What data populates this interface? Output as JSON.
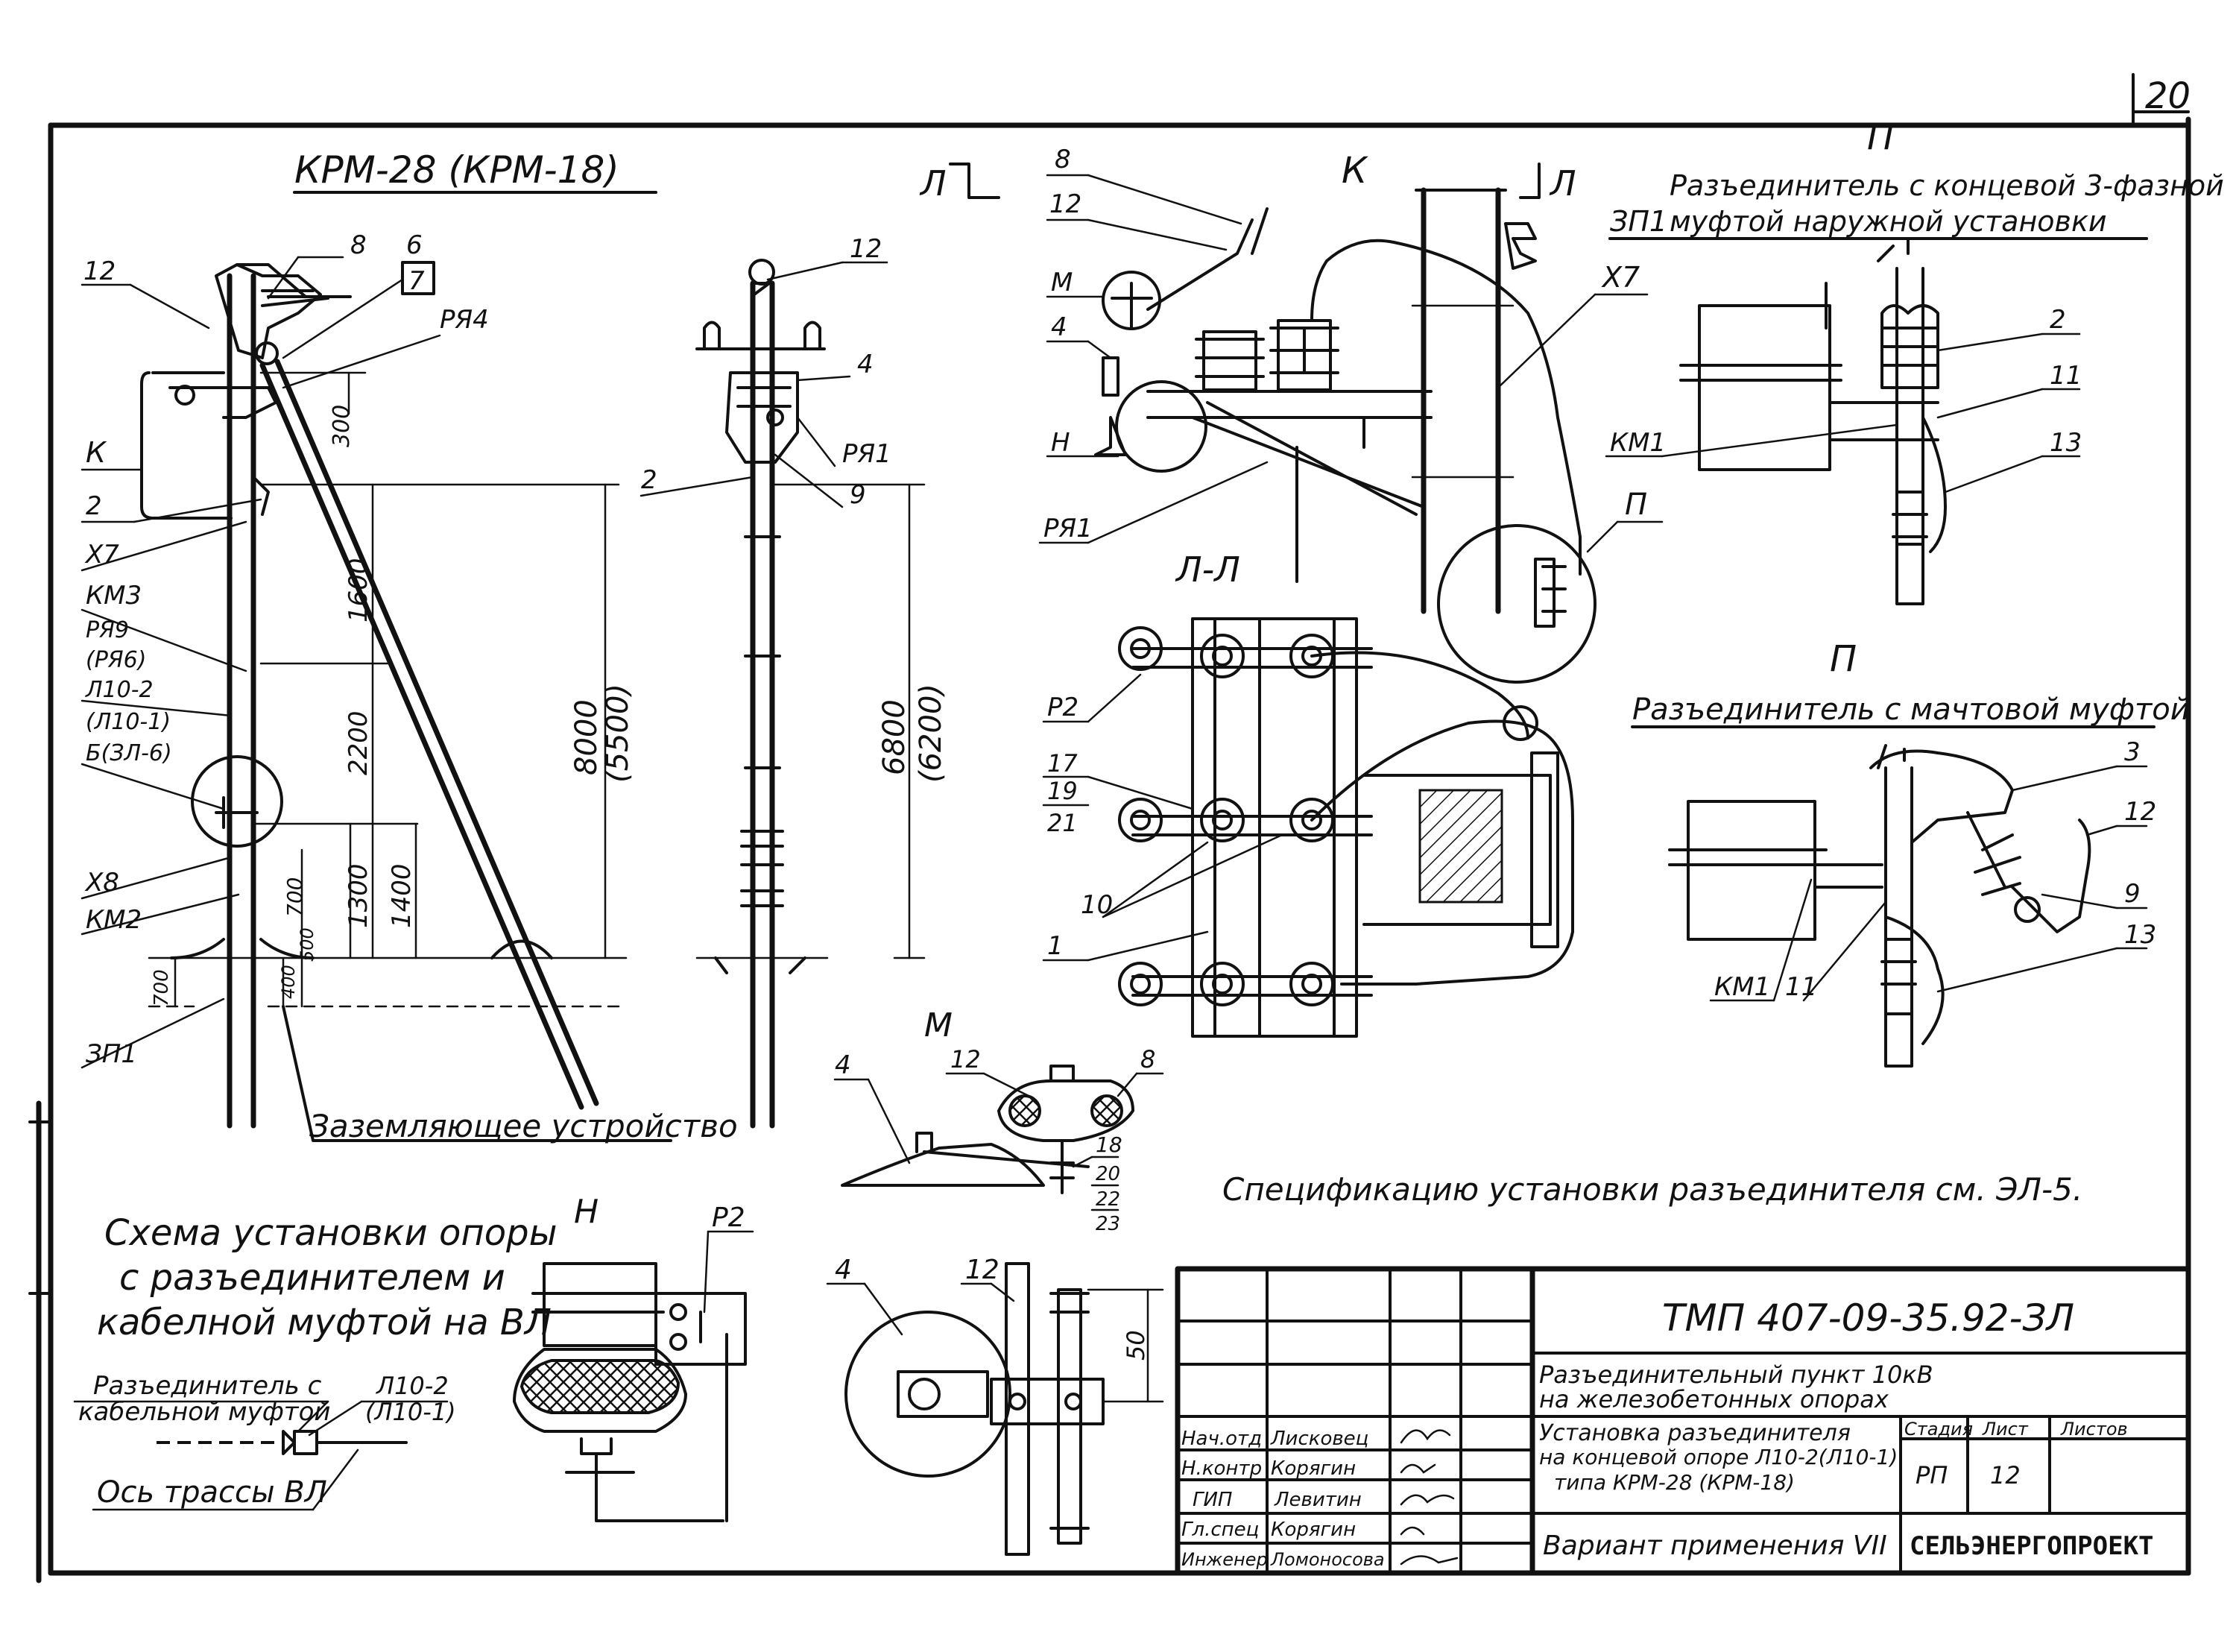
{
  "sheet": {
    "page_number": "20",
    "main_title": "КРМ-28 (КРМ-18)",
    "labels": {
      "K": "К",
      "L1": "Л",
      "L2": "Л",
      "P1": "П",
      "P2": "П",
      "LL": "Л-Л",
      "M": "М",
      "H": "Н",
      "M_small": "М",
      "H_small": "Н"
    },
    "grounding": "Заземляющее устройство",
    "scheme_title": [
      "Схема установки опоры",
      "с разъединителем и",
      "кабелной муфтой на ВЛ"
    ],
    "scheme_labels": {
      "disconnector": [
        "Разъединитель с",
        "кабельной муфтой"
      ],
      "pole": [
        "Л10-2",
        "(Л10-1)"
      ],
      "axis": "Ось трассы ВЛ"
    },
    "spec_note": "Спецификацию установки разъединителя см. ЭЛ-5.",
    "p1_title": [
      "Разъединитель с концевой 3-фазной",
      "муфтой наружной установки"
    ],
    "p2_title": "Разъединитель с мачтовой муфтой",
    "p1_zp": "ЗП1",
    "left_callouts": [
      "12",
      "8",
      "6",
      "7",
      "РЯ4",
      "К",
      "2",
      "Х7",
      "КМ3",
      "РЯ9",
      "(РЯ6)",
      "Л10-2",
      "(Л10-1)",
      "Б(ЗЛ-6)",
      "Х8",
      "КМ2",
      "ЗП1"
    ],
    "left_dims": [
      "300",
      "1600",
      "2200",
      "1300",
      "1400",
      "8000",
      "(5500)",
      "700",
      "400",
      "500",
      "700"
    ],
    "mid_callouts": [
      "12",
      "4",
      "РЯ1",
      "2",
      "9"
    ],
    "mid_dims": [
      "6800",
      "(6200)"
    ],
    "k_callouts": [
      "8",
      "12",
      "М",
      "4",
      "Н",
      "РЯ1",
      "Х7",
      "П"
    ],
    "ll_callouts": [
      "Р2",
      "17",
      "19",
      "21",
      "10",
      "1"
    ],
    "p1_callouts": [
      "2",
      "11",
      "13",
      "КМ1"
    ],
    "p2_callouts": [
      "3",
      "12",
      "9",
      "13",
      "КМ1",
      "11"
    ],
    "m_callouts": [
      "4",
      "12",
      "8",
      "18",
      "20",
      "22",
      "23"
    ],
    "h_callouts": [
      "Р2"
    ],
    "bottom_callouts": [
      "4",
      "12",
      "50"
    ],
    "title_block": {
      "code": "ТМП 407-09-35.92-ЗЛ",
      "desc1": "Разъединительный пункт 10кВ",
      "desc2": "на железобетонных опорах",
      "install": [
        "Установка разъединителя",
        "на концевой опоре Л10-2(Л10-1)",
        "типа КРМ-28 (КРМ-18)"
      ],
      "stage_header": "Стадия",
      "sheet_header": "Лист",
      "sheets_header": "Листов",
      "stage": "РП",
      "sheet_no": "12",
      "variant": "Вариант применения VII",
      "org": "СЕЛЬЭНЕРГОПРОЕКТ",
      "roles": [
        "Нач.отд",
        "Н.контр",
        "ГИП",
        "Гл.спец",
        "Инженер"
      ],
      "names": [
        "Лисковец",
        "Корягин",
        "Левитин",
        "Корягин",
        "Ломоносова"
      ]
    }
  }
}
